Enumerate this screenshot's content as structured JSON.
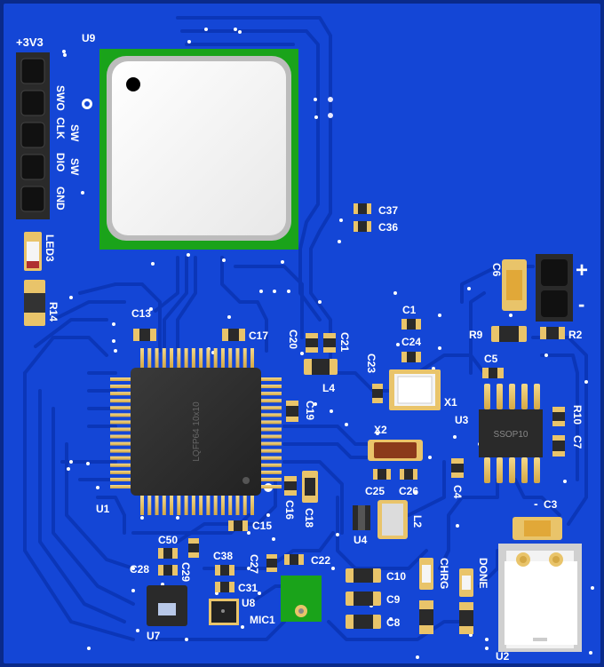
{
  "colors": {
    "board": "#1446d6",
    "board_edge": "#0a2a8a",
    "trace": "#0b36b8",
    "copper_pad": "#e9c46a",
    "silkscreen": "#ffffff",
    "module_green": "#1aa31a",
    "chip_body": "#2b2b2b"
  },
  "power_header": {
    "label": "+3V3",
    "pins": [
      "SWO",
      "CLK",
      "DIO",
      "GND"
    ]
  },
  "side_labels": [
    "SW",
    "SW"
  ],
  "refdes": {
    "u9": "U9",
    "u1": "U1",
    "u2": "U2",
    "u3": "U3",
    "u4": "U4",
    "u7": "U7",
    "u8": "U8",
    "x1": "X1",
    "x2": "X2",
    "l2": "L2",
    "l4": "L4",
    "led3": "LED3",
    "r14": "R14",
    "r9": "R9",
    "r2": "R2",
    "r10": "R10",
    "c1": "C1",
    "c3": "C3",
    "c4": "C4",
    "c5": "C5",
    "c6": "C6",
    "c7": "C7",
    "c8": "C8",
    "c9": "C9",
    "c10": "C10",
    "c13": "C13",
    "c15": "C15",
    "c16": "C16",
    "c17": "C17",
    "c18": "C18",
    "c19": "C19",
    "c20": "C20",
    "c21": "C21",
    "c22": "C22",
    "c23": "C23",
    "c24": "C24",
    "c25": "C25",
    "c26": "C26",
    "c27": "C27",
    "c28": "C28",
    "c29": "C29",
    "c31": "C31",
    "c36": "C36",
    "c37": "C37",
    "c38": "C38",
    "c50": "C50",
    "mic1": "MIC1",
    "chrg": "CHRG",
    "done": "DONE"
  },
  "package_labels": {
    "qfp": "LQFP64 10x10",
    "ssop": "SSOP10"
  },
  "battery_polarity": {
    "plus": "+",
    "minus": "-"
  },
  "c3_polarity": "-"
}
